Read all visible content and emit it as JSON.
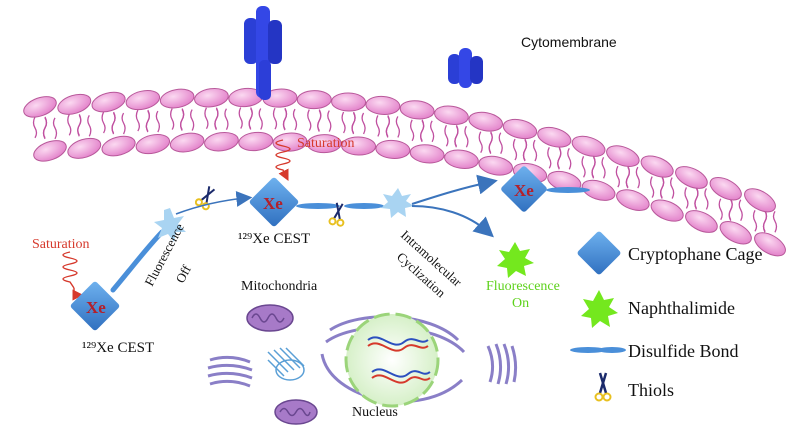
{
  "labels": {
    "cytomembrane": "Cytomembrane",
    "saturation_left": "Saturation",
    "saturation_center": "Saturation",
    "cest_left": "¹²⁹Xe CEST",
    "cest_center": "¹²⁹Xe CEST",
    "xe_left": "Xe",
    "xe_center": "Xe",
    "xe_right": "Xe",
    "fluorescence_off_line1": "Fluorescence",
    "fluorescence_off_line2": "Off",
    "intramolecular": "Intramolecular",
    "cyclization": "Cyclization",
    "fluorescence_on_line1": "Fluorescence",
    "fluorescence_on_line2": "On",
    "mitochondria": "Mitochondria",
    "nucleus": "Nucleus"
  },
  "legend": [
    {
      "label": "Cryptophane Cage",
      "icon": "cryptophane-cage-icon"
    },
    {
      "label": "Naphthalimide",
      "icon": "naphthalimide-icon"
    },
    {
      "label": "Disulfide Bond",
      "icon": "disulfide-bond-icon"
    },
    {
      "label": "Thiols",
      "icon": "thiols-scissors-icon"
    }
  ],
  "colors": {
    "lipid_head": "#ee9fd6",
    "lipid_head_stroke": "#b8589a",
    "lipid_tail": "#c050a0",
    "cage_blue": "#4a8fd9",
    "protein_blue": "#2c3ed8",
    "naphthalimide_green": "#74e81e",
    "burst_light_blue": "#a9d4f2",
    "saturation_red": "#d6392c",
    "xe_text": "#b3202a",
    "organelle_purple": "#8a6fb0"
  }
}
